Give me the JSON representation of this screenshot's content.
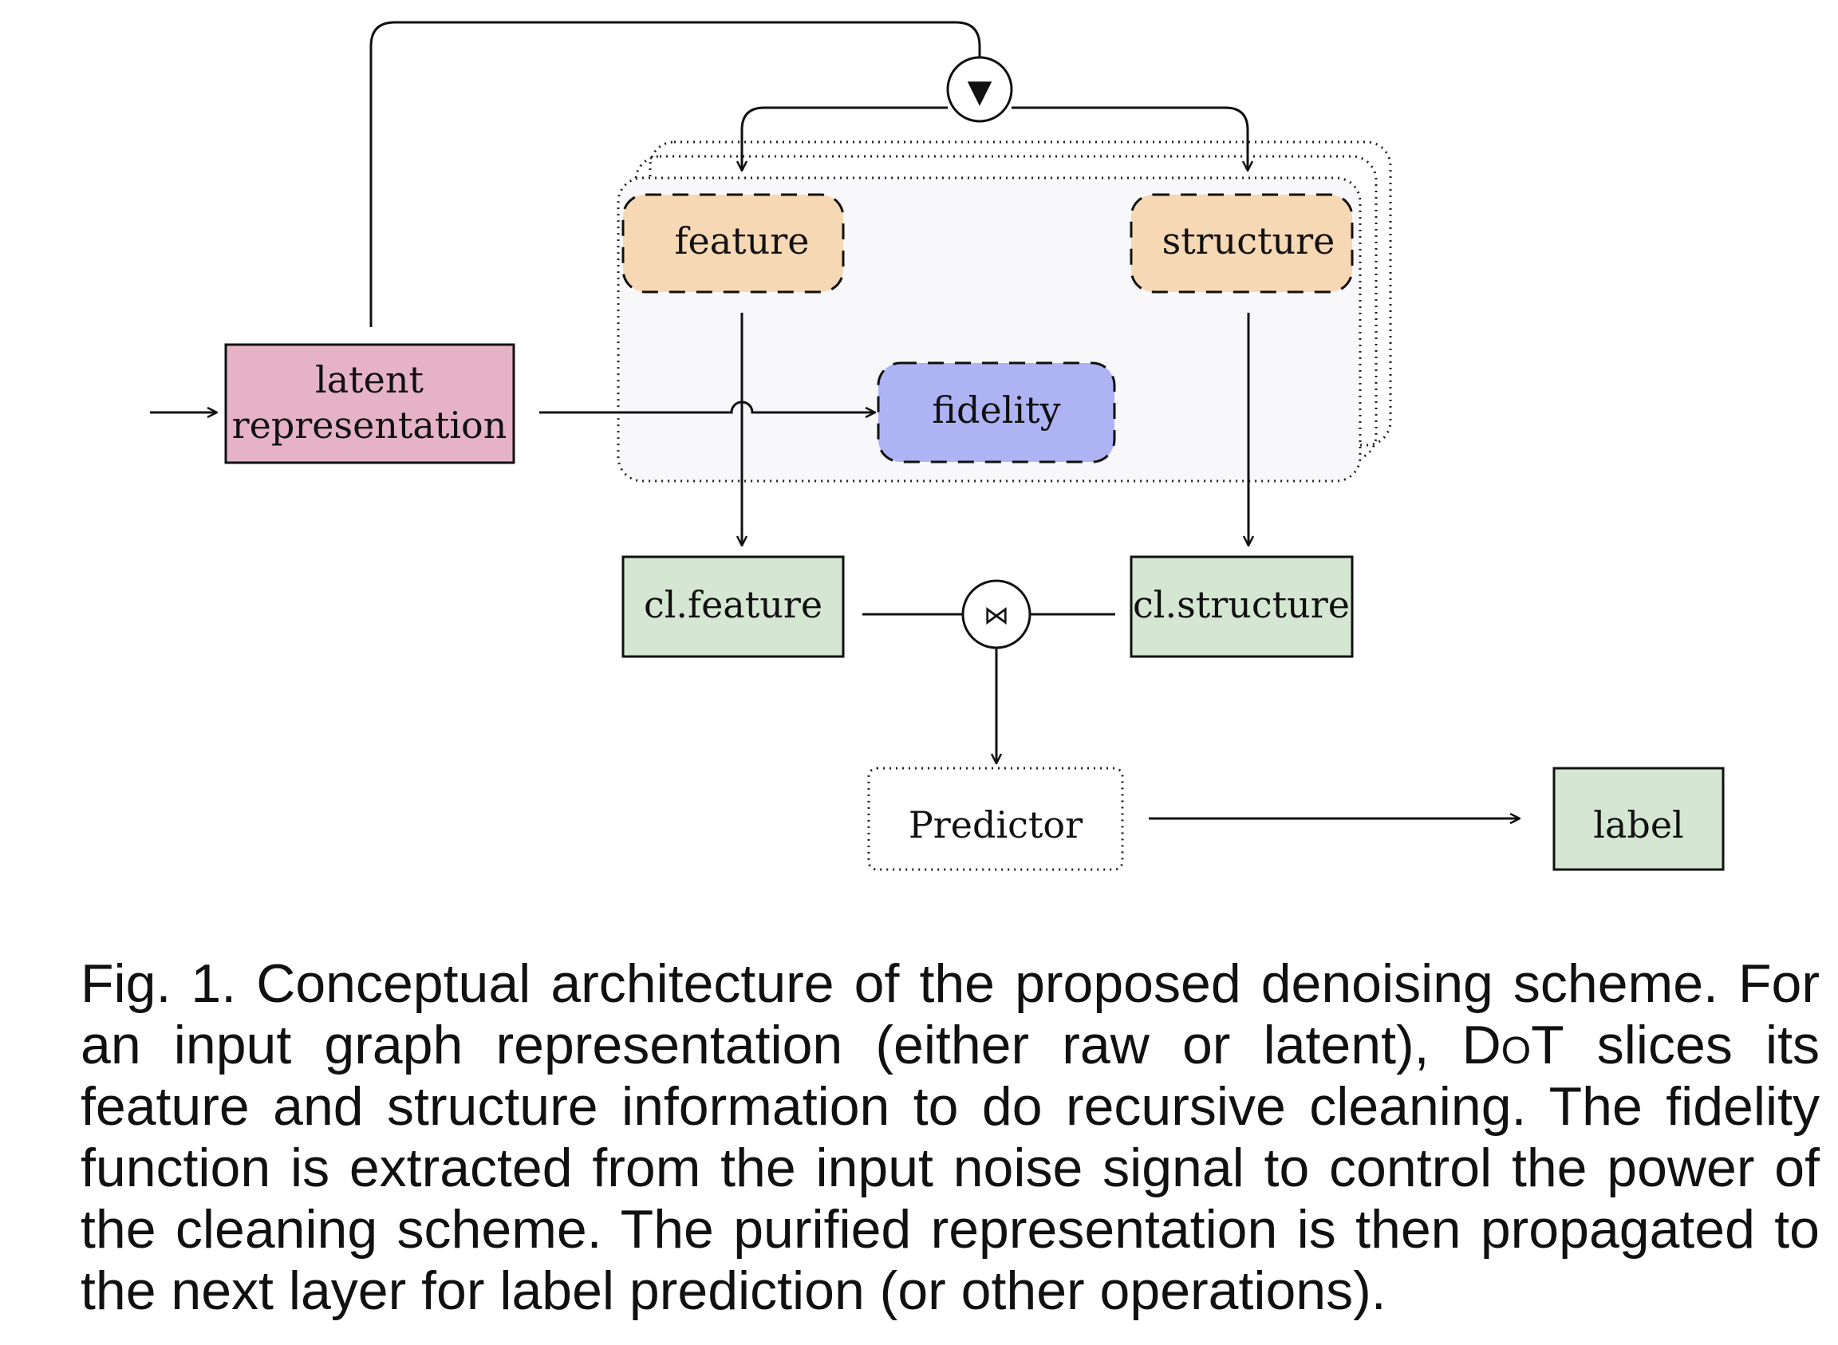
{
  "diagram": {
    "nodes": {
      "latent": {
        "lines": [
          "latent",
          "representation"
        ]
      },
      "feature": {
        "label": "feature"
      },
      "structure": {
        "label": "structure"
      },
      "fidelity": {
        "label": "fidelity"
      },
      "cl_feature": {
        "label": "cl.feature"
      },
      "cl_structure": {
        "label": "cl.structure"
      },
      "predictor": {
        "label": "Predictor"
      },
      "label": {
        "label": "label"
      }
    },
    "operators": {
      "split": "▼",
      "join": "⋈"
    },
    "colors": {
      "latent_fill": "#e5b3c5",
      "slice_fill": "#f7d8b4",
      "fidelity_fill": "#aeb3f4",
      "output_fill": "#d5e7d2",
      "panel_fill": "#f8f8fb",
      "stroke": "#111111"
    }
  },
  "caption": {
    "prefix": "Fig. 1. Conceptual architecture of the proposed denoising scheme. For an input graph representation (either raw or latent), ",
    "method_name": "DoT",
    "suffix": " slices its feature and structure information to do recursive cleaning. The fidelity function is extracted from the input noise signal to control the power of the cleaning scheme. The purified representation is then propagated to the next layer for label prediction (or other operations)."
  }
}
